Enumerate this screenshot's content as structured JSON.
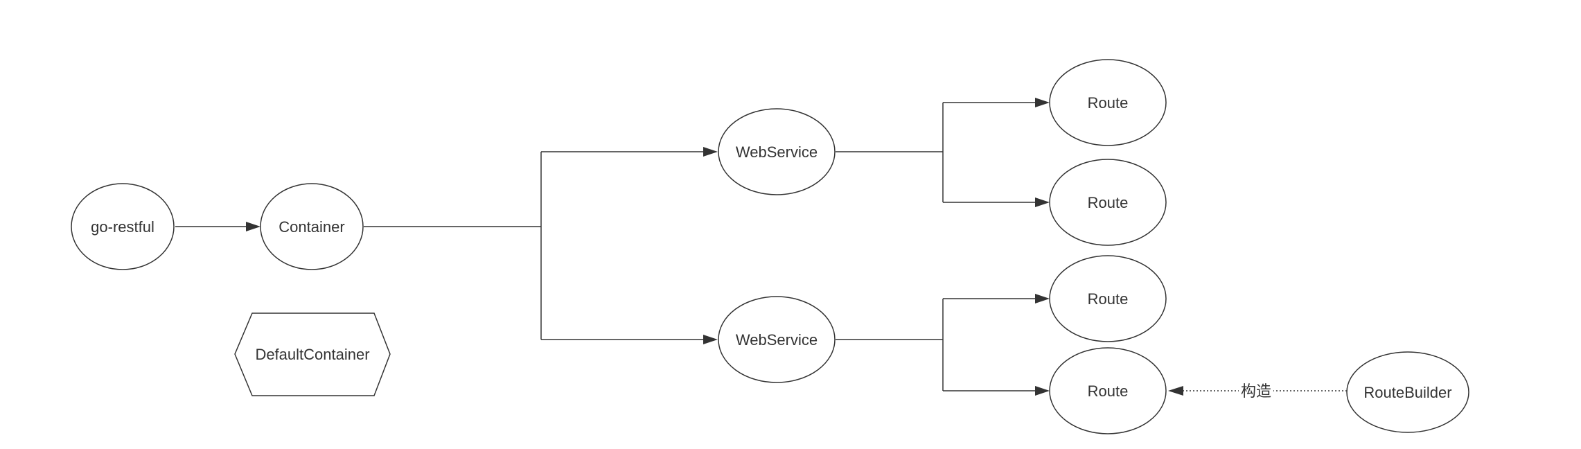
{
  "colors": {
    "stroke": "#333333",
    "fill": "#ffffff",
    "text": "#333333",
    "background": "#ffffff"
  },
  "nodes": {
    "go_restful": "go-restful",
    "container": "Container",
    "default_container": "DefaultContainer",
    "webservice_1": "WebService",
    "webservice_2": "WebService",
    "route_1": "Route",
    "route_2": "Route",
    "route_3": "Route",
    "route_4": "Route",
    "route_builder": "RouteBuilder"
  },
  "edges": {
    "builder_label": "构造"
  }
}
